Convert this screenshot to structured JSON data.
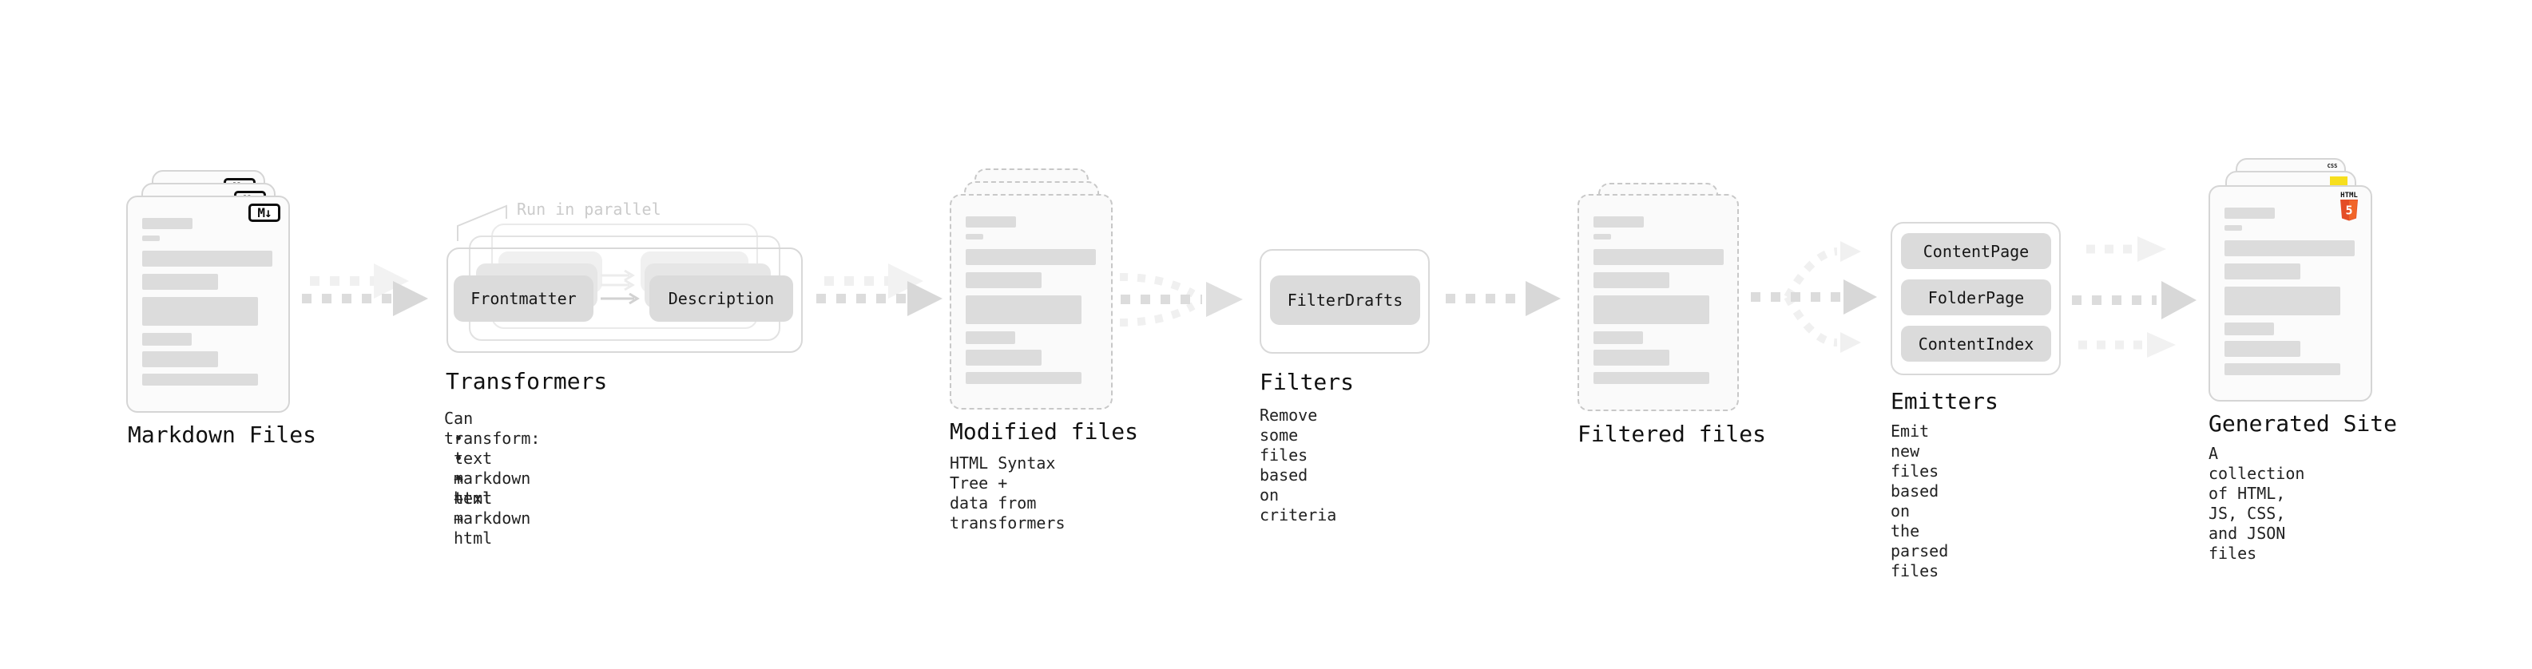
{
  "stages": {
    "markdown": {
      "title": "Markdown Files",
      "icon_label": "M↓"
    },
    "transformers": {
      "title": "Transformers",
      "note": "Run in parallel",
      "box1": "Frontmatter",
      "box2": "Description",
      "desc_heading": "Can transform:",
      "bullets": [
        "• text → text",
        "• markdown → markdown",
        "• html → html"
      ]
    },
    "modified": {
      "title": "Modified files",
      "description": "HTML Syntax Tree +\ndata from transformers"
    },
    "filters": {
      "title": "Filters",
      "box1": "FilterDrafts",
      "description": "Remove some files based\non criteria"
    },
    "filtered": {
      "title": "Filtered files"
    },
    "emitters": {
      "title": "Emitters",
      "box1": "ContentPage",
      "box2": "FolderPage",
      "box3": "ContentIndex",
      "description": "Emit new files based on\nthe parsed files"
    },
    "generated": {
      "title": "Generated Site",
      "description": "A collection of HTML,\nJS, CSS, and JSON files",
      "html5_label": "HTML",
      "html5_number": "5",
      "css_label": "CSS"
    }
  },
  "colors": {
    "html5_orange": "#e44d26",
    "html5_orange_light": "#f16529",
    "js_yellow": "#f7df1e",
    "css_blue": "#2965f1",
    "white": "#ffffff"
  }
}
